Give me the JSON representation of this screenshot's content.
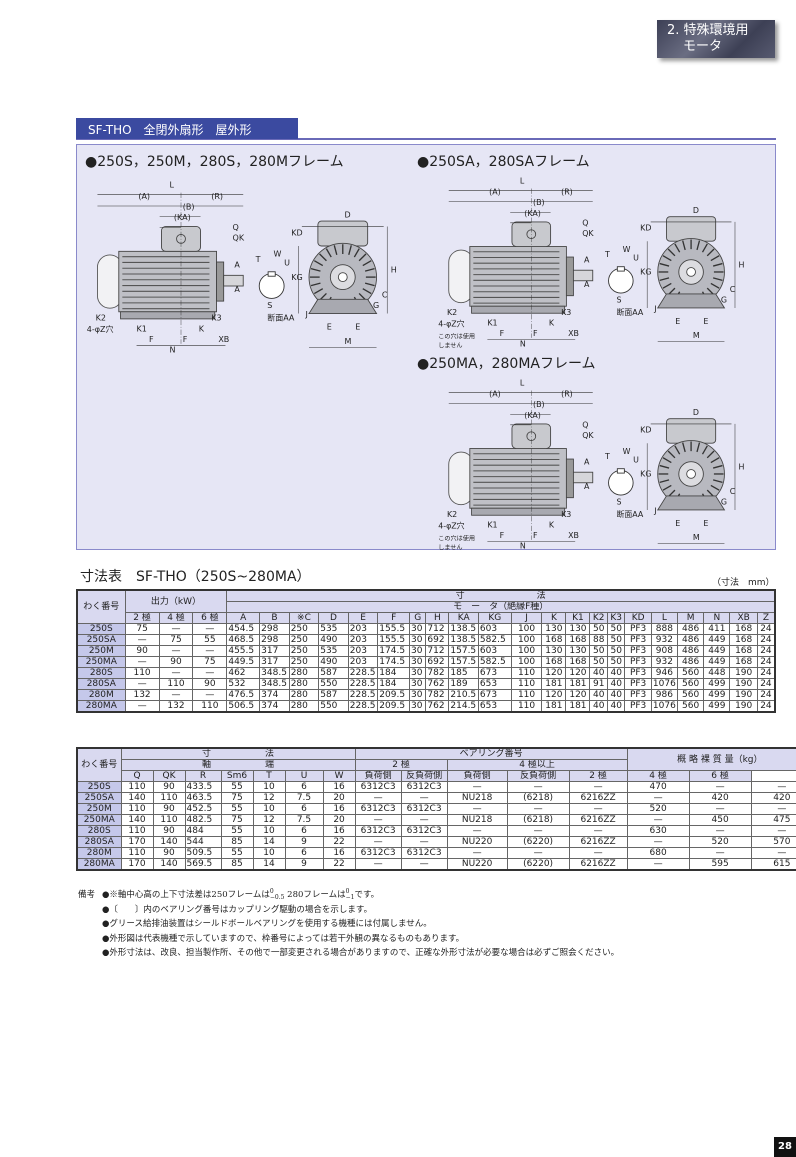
{
  "chapter": {
    "line1": "2. 特殊環境用",
    "line2": "モータ"
  },
  "section_title": "SF-THO　全閉外扇形　屋外形",
  "diagrams": [
    {
      "title": "●250S，250M，280S，280Mフレーム",
      "note": ""
    },
    {
      "title": "●250SA，280SAフレーム",
      "note": "この穴は使用しません"
    },
    {
      "title": "●250MA，280MAフレーム",
      "note": "この穴は使用しません"
    }
  ],
  "dimension_labels": [
    "L",
    "(A)",
    "(R)",
    "(B)",
    "(KA)",
    "Q",
    "QK",
    "A",
    "A",
    "K2",
    "K1",
    "K3",
    "K",
    "F",
    "F",
    "N",
    "XB",
    "4-φZ穴",
    "W",
    "T",
    "U",
    "S",
    "断面AA",
    "D",
    "KD",
    "KG",
    "H",
    "C",
    "G",
    "J",
    "E",
    "E",
    "M"
  ],
  "table1": {
    "title": "寸法表　SF-THO（250S~280MA）",
    "unit": "（寸法　mm）",
    "frame_header": "わく番号",
    "output_header": "出力（kW）",
    "dim_header": "寸　　　　　　　　法",
    "motor_header": "モ　ー　タ（絶縁F種）",
    "columns": [
      "2 極",
      "4 極",
      "6 極",
      "A",
      "B",
      "※C",
      "D",
      "E",
      "F",
      "G",
      "H",
      "KA",
      "KG",
      "J",
      "K",
      "K1",
      "K2",
      "K3",
      "KD",
      "L",
      "M",
      "N",
      "XB",
      "Z"
    ],
    "rows": [
      [
        "250S",
        "75",
        "—",
        "—",
        "454.5",
        "298",
        "250",
        "535",
        "203",
        "155.5",
        "30",
        "712",
        "138.5",
        "603",
        "100",
        "130",
        "130",
        "50",
        "50",
        "PF3",
        "888",
        "486",
        "411",
        "168",
        "24"
      ],
      [
        "250SA",
        "—",
        "75",
        "55",
        "468.5",
        "298",
        "250",
        "490",
        "203",
        "155.5",
        "30",
        "692",
        "138.5",
        "582.5",
        "100",
        "168",
        "168",
        "88",
        "50",
        "PF3",
        "932",
        "486",
        "449",
        "168",
        "24"
      ],
      [
        "250M",
        "90",
        "—",
        "—",
        "455.5",
        "317",
        "250",
        "535",
        "203",
        "174.5",
        "30",
        "712",
        "157.5",
        "603",
        "100",
        "130",
        "130",
        "50",
        "50",
        "PF3",
        "908",
        "486",
        "449",
        "168",
        "24"
      ],
      [
        "250MA",
        "—",
        "90",
        "75",
        "449.5",
        "317",
        "250",
        "490",
        "203",
        "174.5",
        "30",
        "692",
        "157.5",
        "582.5",
        "100",
        "168",
        "168",
        "50",
        "50",
        "PF3",
        "932",
        "486",
        "449",
        "168",
        "24"
      ],
      [
        "280S",
        "110",
        "—",
        "—",
        "462",
        "348.5",
        "280",
        "587",
        "228.5",
        "184",
        "30",
        "782",
        "185",
        "673",
        "110",
        "120",
        "120",
        "40",
        "40",
        "PF3",
        "946",
        "560",
        "448",
        "190",
        "24"
      ],
      [
        "280SA",
        "—",
        "110",
        "90",
        "532",
        "348.5",
        "280",
        "550",
        "228.5",
        "184",
        "30",
        "762",
        "189",
        "653",
        "110",
        "181",
        "181",
        "91",
        "40",
        "PF3",
        "1076",
        "560",
        "499",
        "190",
        "24"
      ],
      [
        "280M",
        "132",
        "—",
        "—",
        "476.5",
        "374",
        "280",
        "587",
        "228.5",
        "209.5",
        "30",
        "782",
        "210.5",
        "673",
        "110",
        "120",
        "120",
        "40",
        "40",
        "PF3",
        "986",
        "560",
        "499",
        "190",
        "24"
      ],
      [
        "280MA",
        "—",
        "132",
        "110",
        "506.5",
        "374",
        "280",
        "550",
        "228.5",
        "209.5",
        "30",
        "762",
        "214.5",
        "653",
        "110",
        "181",
        "181",
        "40",
        "40",
        "PF3",
        "1076",
        "560",
        "499",
        "190",
        "24"
      ]
    ]
  },
  "table2": {
    "frame_header": "わく番号",
    "dim_header": "寸　　　　　　法",
    "shaft_header": "軸　　　　　　端",
    "bearing_header": "ベアリング番号",
    "pole2": "2 極",
    "pole4": "4 極以上",
    "mass_header": "概 略 裸 質 量（kg）",
    "columns": [
      "Q",
      "QK",
      "R",
      "Sm6",
      "T",
      "U",
      "W",
      "負荷側",
      "反負荷側",
      "負荷側",
      "反負荷側",
      "2 極",
      "4 極",
      "6 極"
    ],
    "rows": [
      [
        "250S",
        "110",
        "90",
        "433.5",
        "55",
        "10",
        "6",
        "16",
        "6312C3",
        "6312C3",
        "—",
        "—",
        "—",
        "470",
        "—",
        "—"
      ],
      [
        "250SA",
        "140",
        "110",
        "463.5",
        "75",
        "12",
        "7.5",
        "20",
        "—",
        "—",
        "NU218",
        "(6218)",
        "6216ZZ",
        "—",
        "420",
        "420"
      ],
      [
        "250M",
        "110",
        "90",
        "452.5",
        "55",
        "10",
        "6",
        "16",
        "6312C3",
        "6312C3",
        "—",
        "—",
        "—",
        "520",
        "—",
        "—"
      ],
      [
        "250MA",
        "140",
        "110",
        "482.5",
        "75",
        "12",
        "7.5",
        "20",
        "—",
        "—",
        "NU218",
        "(6218)",
        "6216ZZ",
        "—",
        "450",
        "475"
      ],
      [
        "280S",
        "110",
        "90",
        "484",
        "55",
        "10",
        "6",
        "16",
        "6312C3",
        "6312C3",
        "—",
        "—",
        "—",
        "630",
        "—",
        "—"
      ],
      [
        "280SA",
        "170",
        "140",
        "544",
        "85",
        "14",
        "9",
        "22",
        "—",
        "—",
        "NU220",
        "(6220)",
        "6216ZZ",
        "—",
        "520",
        "570"
      ],
      [
        "280M",
        "110",
        "90",
        "509.5",
        "55",
        "10",
        "6",
        "16",
        "6312C3",
        "6312C3",
        "—",
        "—",
        "—",
        "680",
        "—",
        "—"
      ],
      [
        "280MA",
        "170",
        "140",
        "569.5",
        "85",
        "14",
        "9",
        "22",
        "—",
        "—",
        "NU220",
        "(6220)",
        "6216ZZ",
        "—",
        "595",
        "615"
      ]
    ]
  },
  "notes": {
    "label": "備考",
    "n1a": "●※軸中心高の上下寸法差は250フレームは",
    "tol1_top": "0",
    "tol1_bot": "−0.5",
    "n1b": " 280フレームは",
    "tol2_top": "0",
    "tol2_bot": "−1",
    "n1c": "です。",
    "items": [
      "●〔　　〕内のベアリング番号はカップリング駆動の場合を示します。",
      "●グリース給排油装置はシールドボールベアリングを使用する機種には付属しません。",
      "●外形図は代表機種で示していますので、枠番号によっては若干外観の異なるものもあります。",
      "●外形寸法は、改良、担当製作所、その他で一部変更される場合がありますので、正確な外形寸法が必要な場合は必ずご照会ください。"
    ]
  },
  "page_number": "28"
}
